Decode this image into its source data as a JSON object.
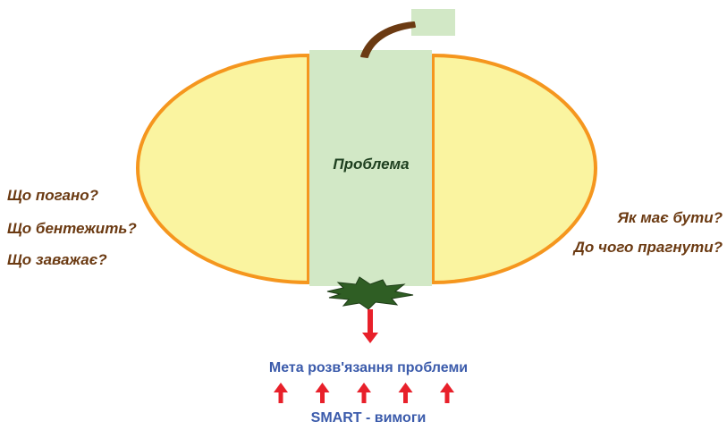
{
  "center": {
    "label": "Проблема"
  },
  "left_questions": [
    "Що погано?",
    "Що бентежить?",
    "Що заважає?"
  ],
  "right_questions": [
    "Як має бути?",
    "До чого прагнути?"
  ],
  "goal": {
    "label": "Мета розв'язання проблеми"
  },
  "requirements": {
    "label": "SMART - вимоги",
    "arrow_count": 5
  },
  "colors": {
    "half_fill": "#faf4a0",
    "half_stroke": "#f5961e",
    "center_fill": "#d2e8c6",
    "tag_fill": "#d2e8c6",
    "stem": "#6b3a12",
    "leaf": "#2f5e24",
    "question_text": "#6b3a12",
    "center_text": "#1f4020",
    "bottom_text": "#3b5bab",
    "arrow": "#e8202a"
  }
}
